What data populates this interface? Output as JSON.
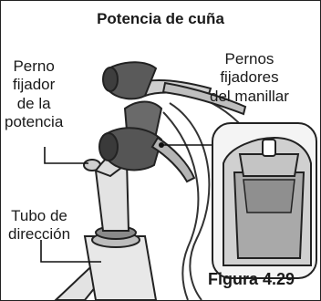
{
  "title": "Potencia de cuña",
  "labels": {
    "stem_bolt": [
      "Perno",
      "fijador",
      "de la",
      "potencia"
    ],
    "handlebar_bolts": [
      "Pernos",
      "fijadores",
      "del manillar"
    ],
    "steering_tube": [
      "Tubo de",
      "dirección"
    ]
  },
  "figure_label": "Figura 4.29"
}
